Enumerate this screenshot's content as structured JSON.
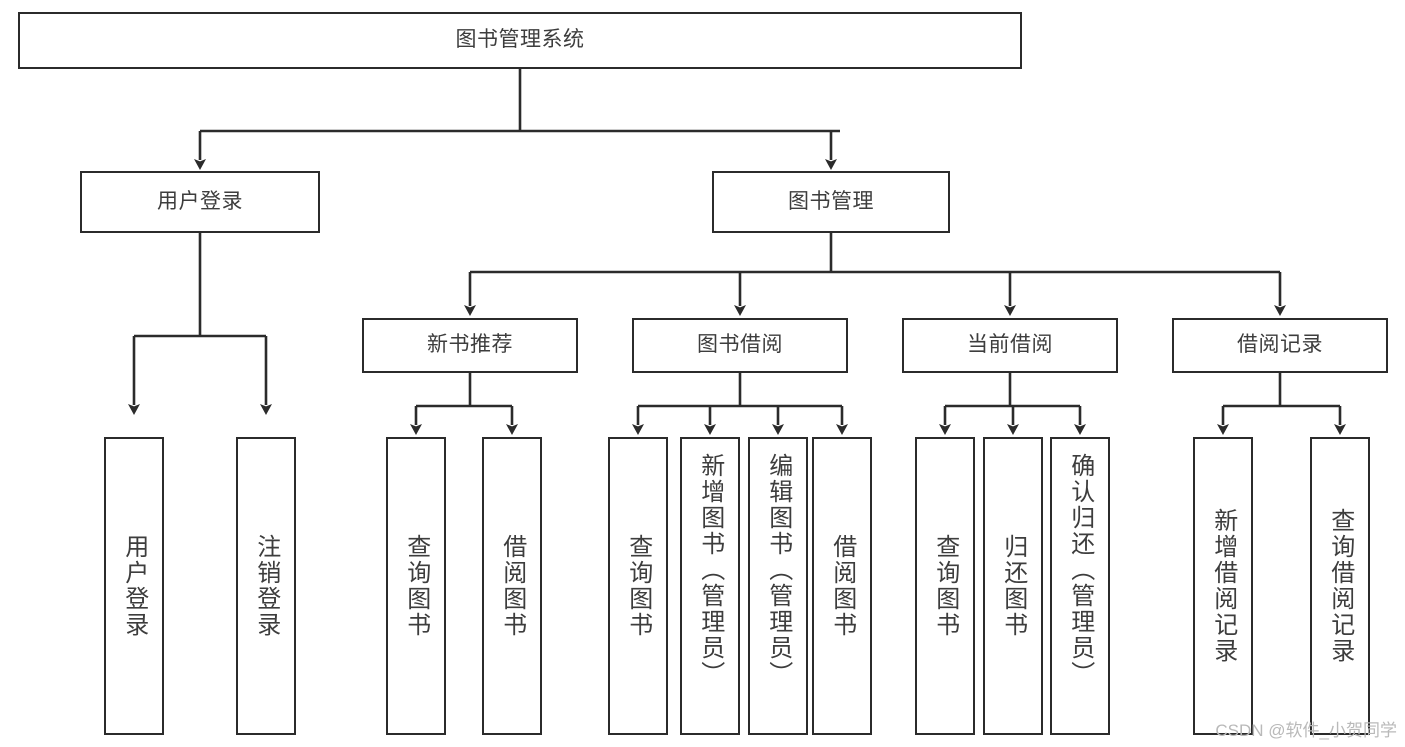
{
  "diagram": {
    "title": "图书管理系统",
    "type": "hierarchy-tree",
    "root": {
      "label": "图书管理系统"
    },
    "level1": [
      {
        "label": "用户登录"
      },
      {
        "label": "图书管理"
      }
    ],
    "level2": [
      {
        "label": "新书推荐"
      },
      {
        "label": "图书借阅"
      },
      {
        "label": "当前借阅"
      },
      {
        "label": "借阅记录"
      }
    ],
    "leaves": {
      "user_login": [
        {
          "label": "用户登录"
        },
        {
          "label": "注销登录"
        }
      ],
      "new_book_recommend": [
        {
          "label": "查询图书"
        },
        {
          "label": "借阅图书"
        }
      ],
      "book_borrow": [
        {
          "label": "查询图书"
        },
        {
          "label": "新增图书（管理员）"
        },
        {
          "label": "编辑图书（管理员）"
        },
        {
          "label": "借阅图书"
        }
      ],
      "current_borrow": [
        {
          "label": "查询图书"
        },
        {
          "label": "归还图书"
        },
        {
          "label": "确认归还（管理员）"
        }
      ],
      "borrow_record": [
        {
          "label": "新增借阅记录"
        },
        {
          "label": "查询借阅记录"
        }
      ]
    }
  },
  "watermark": {
    "text": "CSDN @软件_小贺同学"
  },
  "colors": {
    "stroke": "#2b2b2b",
    "text": "#3d3d3d",
    "background": "#ffffff",
    "watermark": "#b9b9b9"
  }
}
